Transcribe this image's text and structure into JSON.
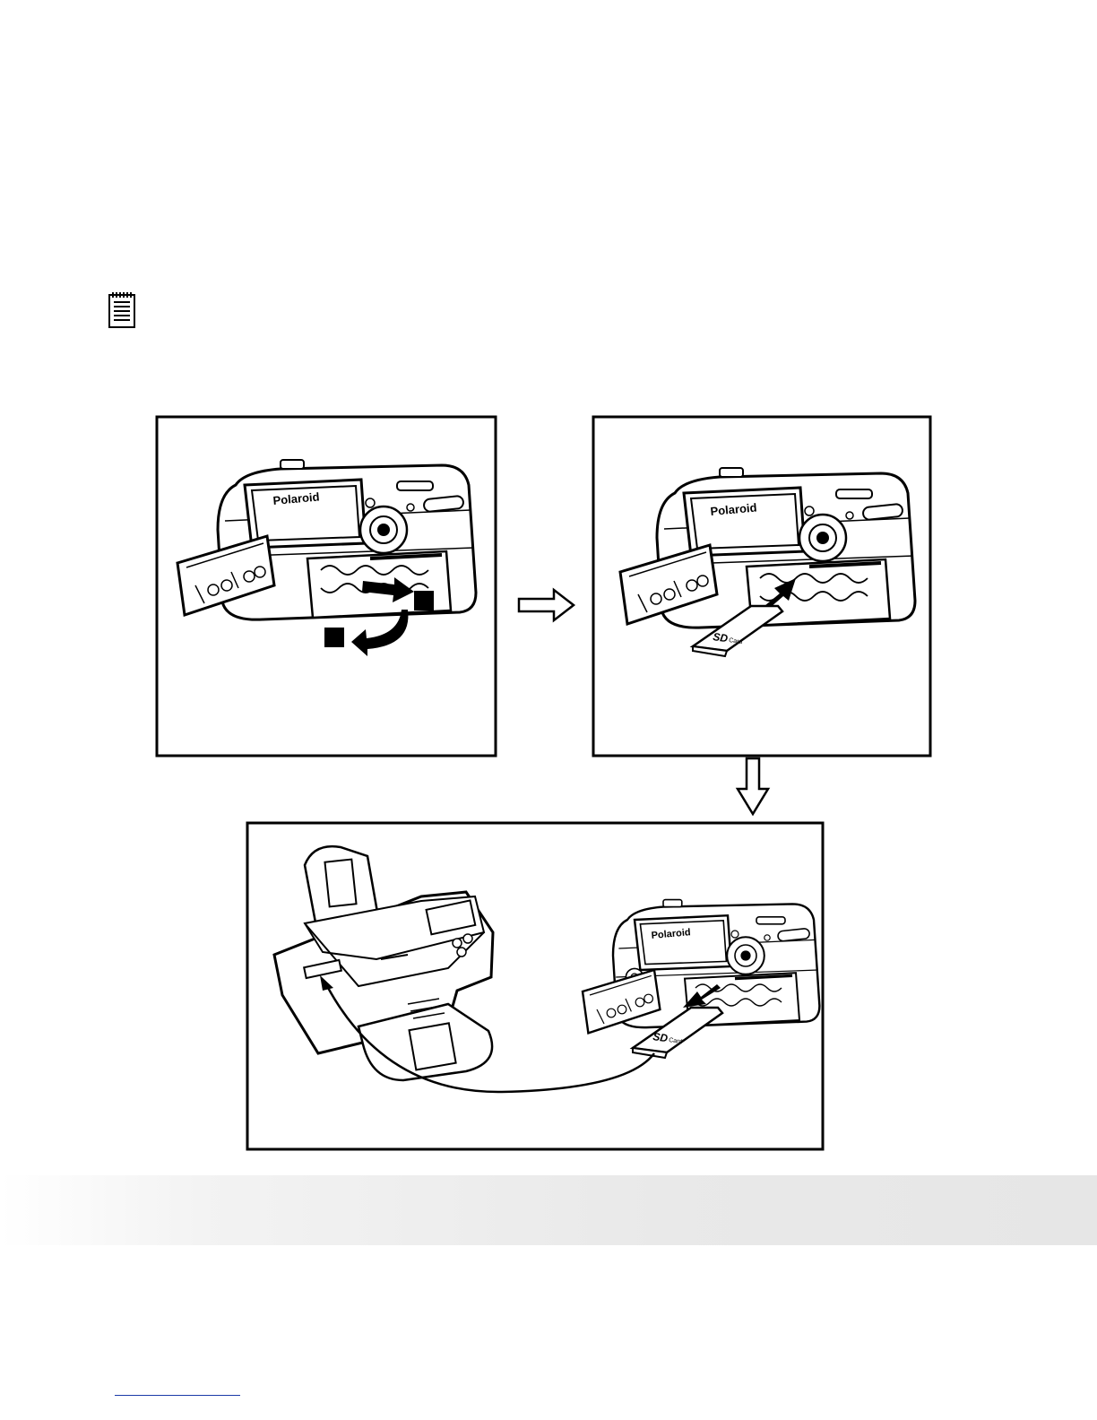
{
  "brand": {
    "camera_logo": "Polaroid"
  },
  "sd_card": {
    "label_big": "SD",
    "label_small": "Card"
  },
  "colors": {
    "ink": "#000000",
    "paper": "#ffffff",
    "band": "#e9e9e9",
    "footer_rule": "#1a3aa8"
  },
  "icons": {
    "note": "note-pad-icon",
    "flow_right": "hollow-arrow-right-icon",
    "flow_down": "hollow-arrow-down-icon"
  }
}
